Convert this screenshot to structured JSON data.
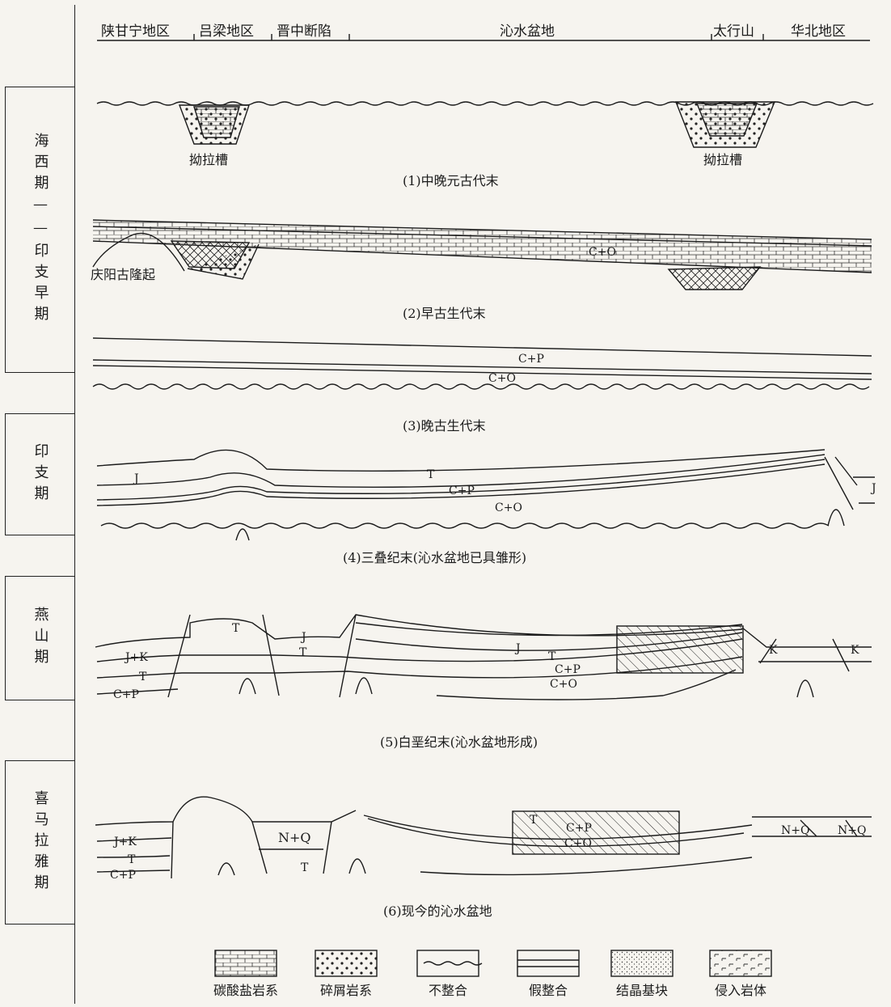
{
  "regions": [
    "陕甘宁地区",
    "吕梁地区",
    "晋中断陷",
    "沁水盆地",
    "太行山",
    "华北地区"
  ],
  "periods": [
    "海西期——印支早期",
    "印支期",
    "燕山期",
    "喜马拉雅期"
  ],
  "captions": [
    "(1)中晚元古代末",
    "(2)早古生代末",
    "(3)晚古生代末",
    "(4)三叠纪末(沁水盆地已具雏形)",
    "(5)白垩纪末(沁水盆地形成)",
    "(6)现今的沁水盆地"
  ],
  "labels": {
    "aulacogen_left": "拗拉槽",
    "aulacogen_right": "拗拉槽",
    "qingyang_uplift": "庆阳古隆起",
    "s2_co": "C+O",
    "s3_cp": "C+P",
    "s3_co": "C+O",
    "s4_j_left": "J",
    "s4_t": "T",
    "s4_cp": "C+P",
    "s4_co": "C+O",
    "s4_j_right": "J",
    "s5_jk": "J+K",
    "s5_t_left": "T",
    "s5_cp_left": "C+P",
    "s5_t_block": "T",
    "s5_j_mid": "J",
    "s5_t_mid": "T",
    "s5_j_basin": "J",
    "s5_t_basin": "T",
    "s5_cp_basin": "C+P",
    "s5_co_basin": "C+O",
    "s5_k1": "K",
    "s5_k2": "K",
    "s6_jk": "J+K",
    "s6_t_left": "T",
    "s6_cp_left": "C+P",
    "s6_nq_mid": "N+Q",
    "s6_t_mid": "T",
    "s6_t_basin": "T",
    "s6_cp_basin": "C+P",
    "s6_co_basin": "C+O",
    "s6_nq_r1": "N+Q",
    "s6_nq_r2": "N+Q"
  },
  "legend": [
    "碳酸盐岩系",
    "碎屑岩系",
    "不整合",
    "假整合",
    "结晶基块",
    "侵入岩体"
  ]
}
